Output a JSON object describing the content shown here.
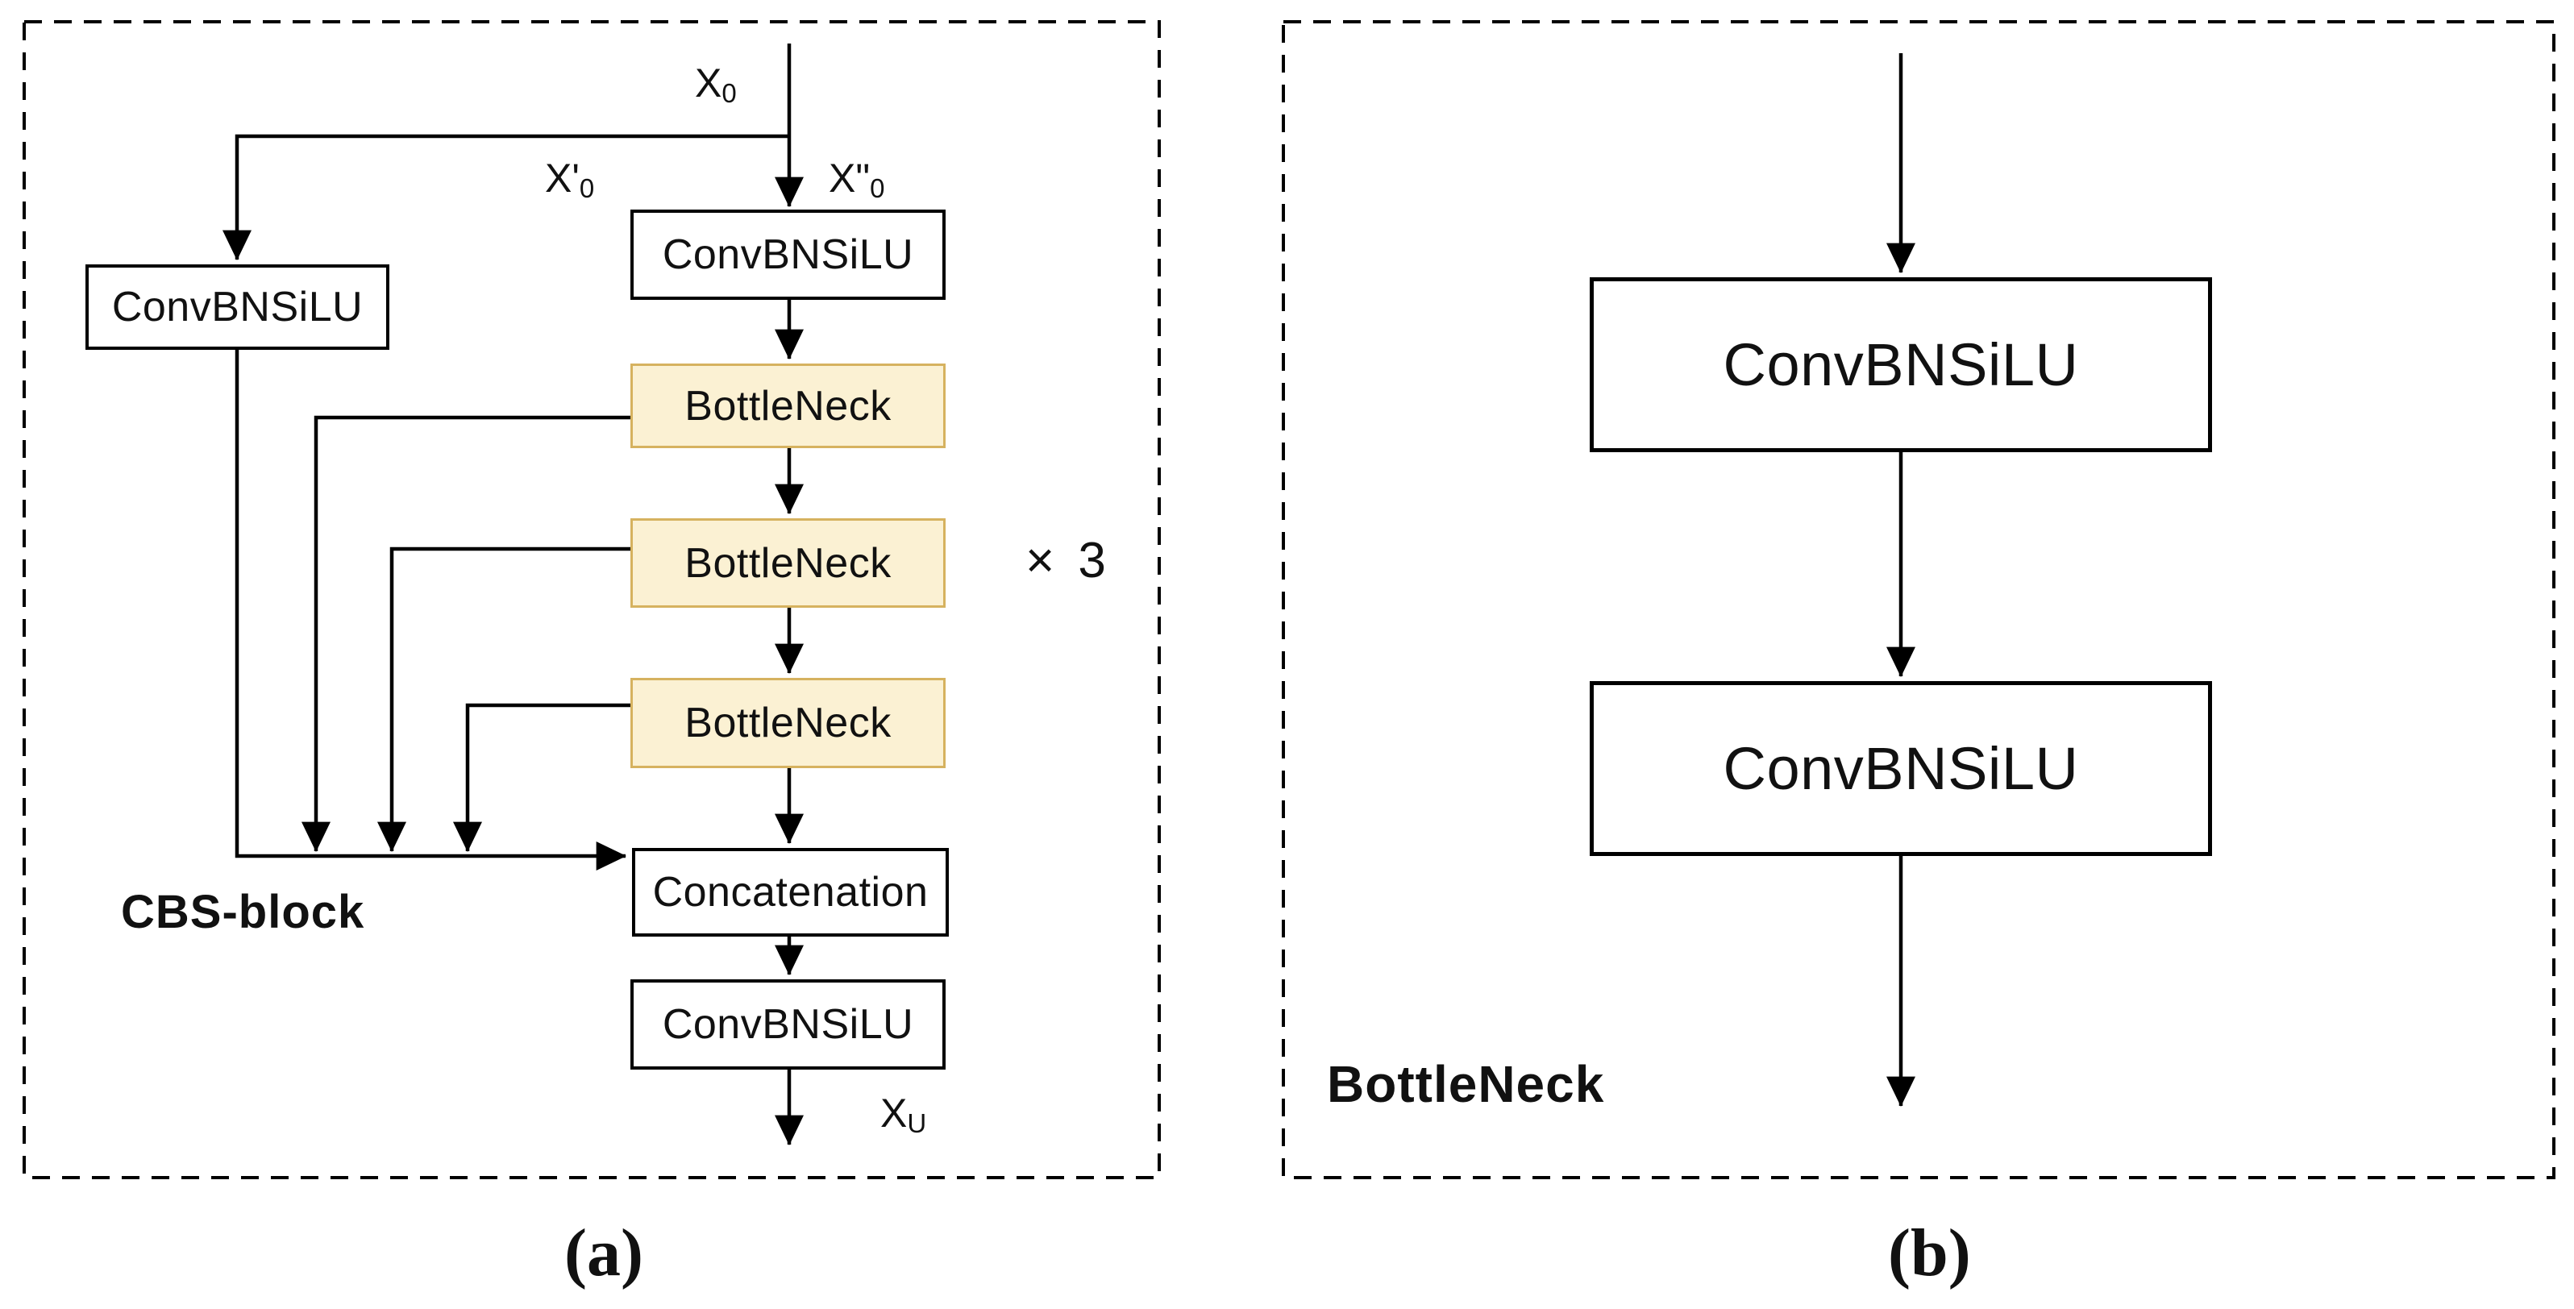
{
  "figure": {
    "background": "#ffffff",
    "colors": {
      "line": "#000000",
      "box_border": "#000000",
      "box_fill": "#ffffff",
      "bottleneck_fill": "#fbf1d3",
      "bottleneck_border": "#d6b25f",
      "text": "#111111"
    },
    "panel_a": {
      "caption": "(a)",
      "block_label": "CBS-block",
      "repeat_label": "× 3",
      "nodes": {
        "conv_top": "ConvBNSiLU",
        "conv_left": "ConvBNSiLU",
        "bottleneck_1": "BottleNeck",
        "bottleneck_2": "BottleNeck",
        "bottleneck_3": "BottleNeck",
        "concatenation": "Concatenation",
        "conv_out": "ConvBNSiLU"
      },
      "signals": {
        "input": {
          "base": "X",
          "sub": "0"
        },
        "split_left": {
          "base": "X'",
          "sub": "0"
        },
        "split_right": {
          "base": "X\"",
          "sub": "0"
        },
        "output": {
          "base": "X",
          "sub": "U"
        }
      }
    },
    "panel_b": {
      "caption": "(b)",
      "block_label": "BottleNeck",
      "nodes": {
        "conv_1": "ConvBNSiLU",
        "conv_2": "ConvBNSiLU"
      }
    }
  }
}
